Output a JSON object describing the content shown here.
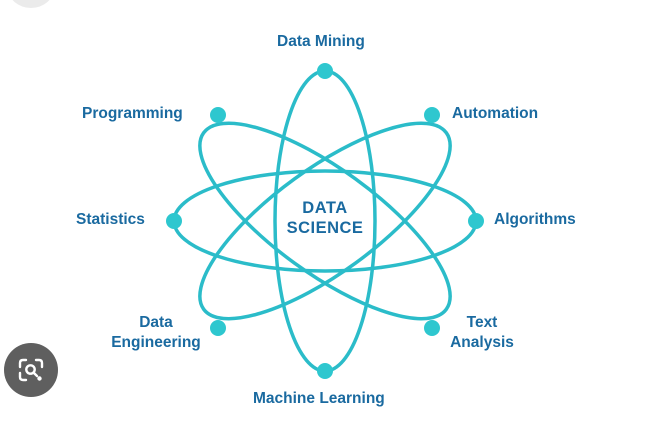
{
  "diagram": {
    "center": [
      "DATA",
      "SCIENCE"
    ],
    "nodes": {
      "data_mining": "Data Mining",
      "automation": "Automation",
      "algorithms": "Algorithms",
      "text_analysis": [
        "Text",
        "Analysis"
      ],
      "machine_learning": "Machine Learning",
      "data_engineering": [
        "Data",
        "Engineering"
      ],
      "statistics": "Statistics",
      "programming": "Programming"
    }
  },
  "colors": {
    "orbit": "#2bbcc9",
    "dot": "#2ec7cf",
    "text": "#1a6aa0"
  },
  "overlay": {
    "lens_icon": "image-search-icon"
  }
}
